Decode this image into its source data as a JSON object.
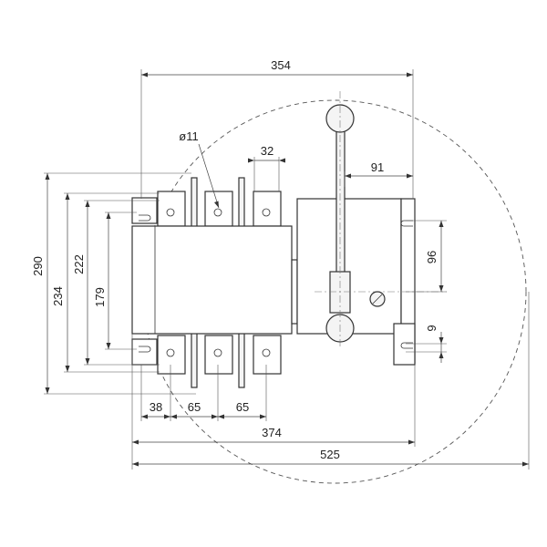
{
  "dimensions": {
    "d354": "354",
    "d91": "91",
    "d32": "32",
    "phi11": "ø11",
    "d290": "290",
    "d234": "234",
    "d222": "222",
    "d179": "179",
    "d96": "96",
    "d9": "9",
    "d38": "38",
    "d65a": "65",
    "d65b": "65",
    "d374": "374",
    "d525": "525"
  },
  "colors": {
    "line": "#333333",
    "background": "#ffffff"
  }
}
